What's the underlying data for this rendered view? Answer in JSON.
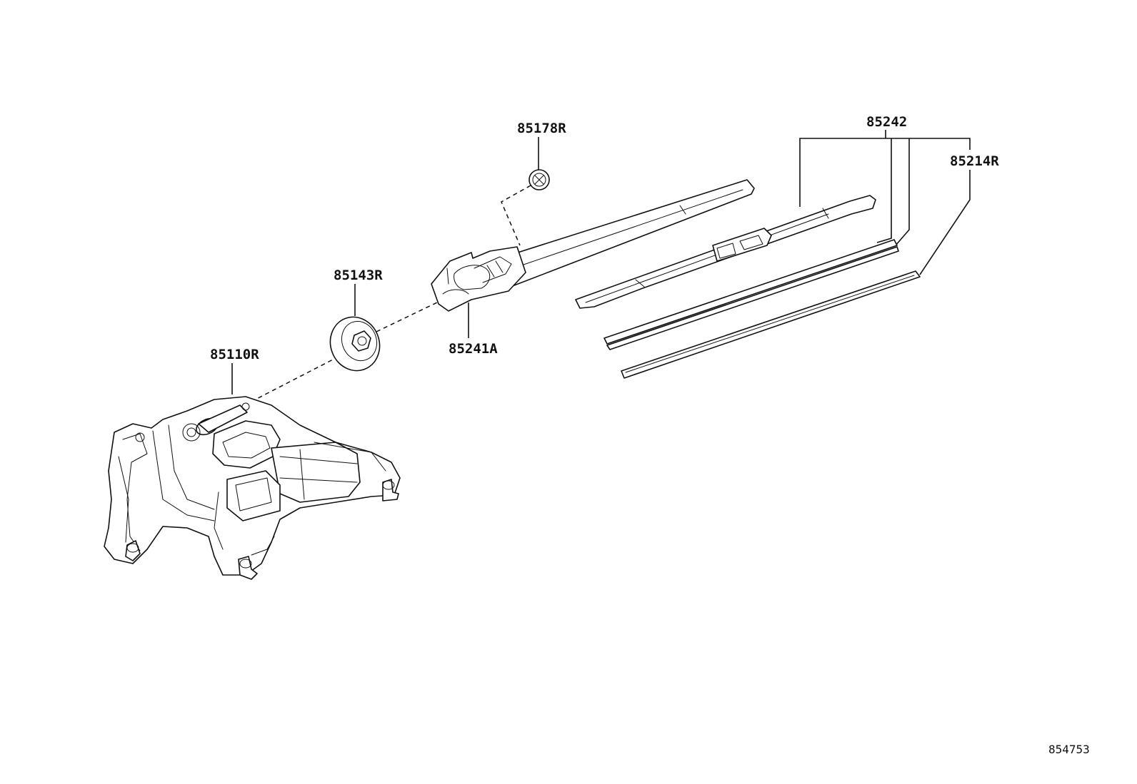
{
  "diagram": {
    "parts": {
      "p85178R": "85178R",
      "p85143R": "85143R",
      "p85241A": "85241A",
      "p85110R": "85110R",
      "p85242": "85242",
      "p85214R": "85214R"
    },
    "reference_number": "854753"
  }
}
